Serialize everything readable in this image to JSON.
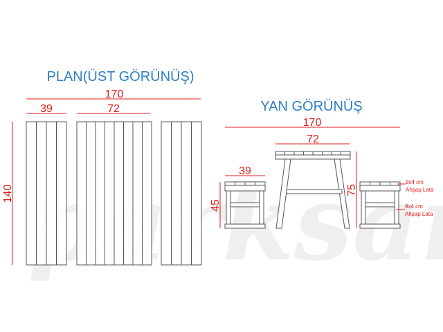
{
  "watermark": "parksan",
  "plan": {
    "title": "PLAN(ÜST GÖRÜNÜŞ)",
    "dim_total": "170",
    "dim_bench": "39",
    "dim_table": "72",
    "dim_length": "140"
  },
  "side": {
    "title": "YAN GÖRÜNÜŞ",
    "dim_total": "170",
    "dim_table": "72",
    "dim_bench": "39",
    "dim_bench_height": "45",
    "dim_table_height": "75",
    "note_top_size": "9x4 cm",
    "note_top_label": "Ahşap Lata",
    "note_mid_size": "9x4 cm",
    "note_mid_label": "Ahşap Lata"
  },
  "colors": {
    "title": "#2f7fc5",
    "dimension": "#e31b1b",
    "lines": "#555555"
  }
}
